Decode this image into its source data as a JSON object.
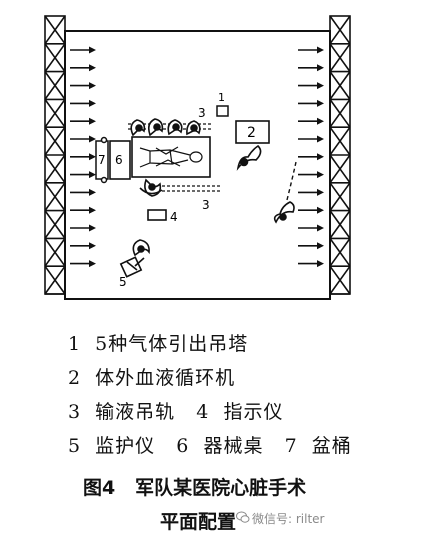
{
  "diagram_labels": {
    "l1": "1",
    "l2": "2",
    "l3a": "3",
    "l3b": "3",
    "l4": "4",
    "l5": "5",
    "l6": "6",
    "l7": "7"
  },
  "legend": [
    "1  5种气体引出吊塔",
    "2  体外血液循环机",
    "3  输液吊轨   4  指示仪",
    "5  监护仪   6  器械桌   7  盆桶"
  ],
  "caption": {
    "line1": "图4   军队某医院心脏手术",
    "line2": "平面配置"
  },
  "watermark": {
    "text": "微信号: rilter",
    "icon": "wechat-icon"
  },
  "colors": {
    "ink": "#111111",
    "watermark": "#8a8a8a"
  }
}
